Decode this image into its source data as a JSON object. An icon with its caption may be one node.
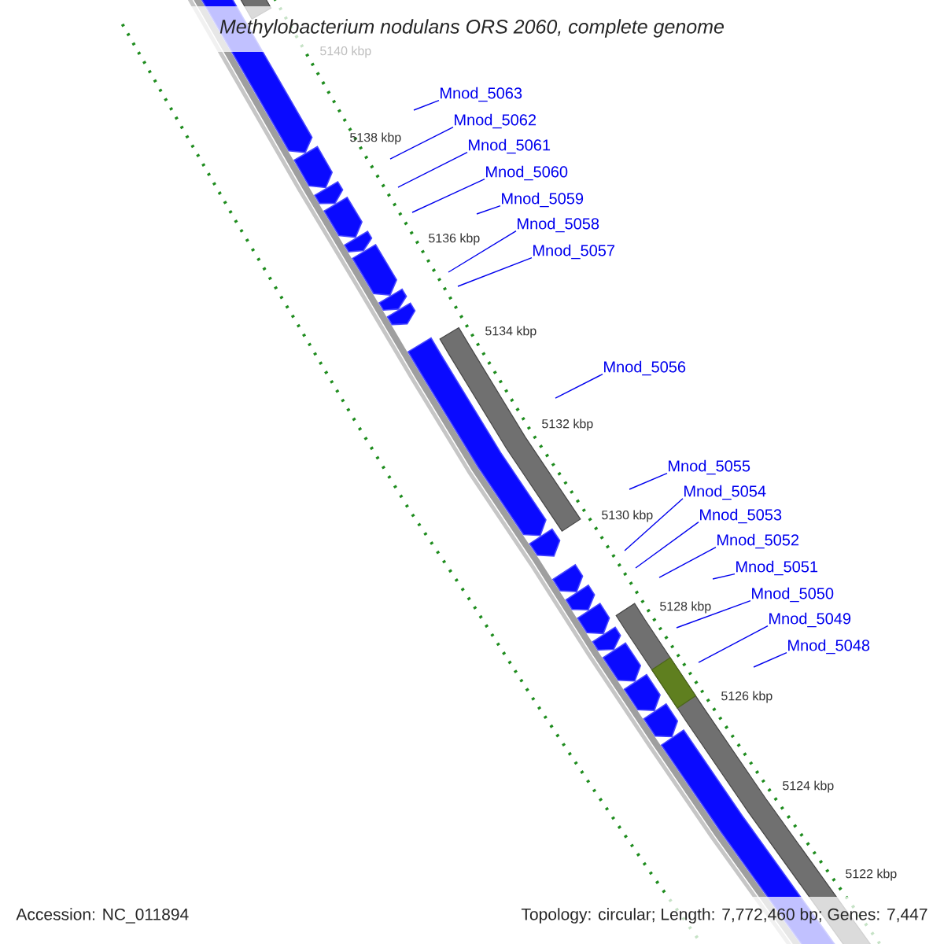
{
  "diagram": {
    "title": "Methylobacterium nodulans ORS 2060, complete genome",
    "nodes": [
      {
        "text": [
          "Mnod_5063"
        ]
      },
      {
        "text": [
          "Mnod_5062"
        ]
      },
      {
        "text": [
          "Mnod_5061"
        ]
      },
      {
        "text": [
          "Mnod_5060"
        ]
      },
      {
        "text": [
          "Mnod_5059"
        ]
      },
      {
        "text": [
          "Mnod_5058"
        ]
      },
      {
        "text": [
          "Mnod_5057"
        ]
      },
      {
        "text": [
          "Mnod_5056"
        ]
      },
      {
        "text": [
          "Mnod_5055"
        ]
      },
      {
        "text": [
          "Mnod_5054"
        ]
      },
      {
        "text": [
          "Mnod_5053"
        ]
      },
      {
        "text": [
          "Mnod_5052"
        ]
      },
      {
        "text": [
          "Mnod_5051"
        ]
      },
      {
        "text": [
          "Mnod_5050"
        ]
      },
      {
        "text": [
          "Mnod_5049"
        ]
      },
      {
        "text": [
          "Mnod_5048"
        ]
      }
    ],
    "edges": [
      {
        "from": 0,
        "to": null,
        "arrow": "none"
      },
      {
        "from": 1,
        "to": null,
        "arrow": "none"
      },
      {
        "from": 2,
        "to": null,
        "arrow": "none"
      },
      {
        "from": 3,
        "to": null,
        "arrow": "none"
      },
      {
        "from": 4,
        "to": null,
        "arrow": "none"
      },
      {
        "from": 5,
        "to": null,
        "arrow": "none"
      },
      {
        "from": 6,
        "to": null,
        "arrow": "none"
      },
      {
        "from": 7,
        "to": null,
        "arrow": "none"
      },
      {
        "from": 8,
        "to": null,
        "arrow": "none"
      },
      {
        "from": 9,
        "to": null,
        "arrow": "none"
      },
      {
        "from": 10,
        "to": null,
        "arrow": "none"
      },
      {
        "from": 11,
        "to": null,
        "arrow": "none"
      },
      {
        "from": 12,
        "to": null,
        "arrow": "none"
      },
      {
        "from": 13,
        "to": null,
        "arrow": "none"
      },
      {
        "from": 14,
        "to": null,
        "arrow": "none"
      },
      {
        "from": 15,
        "to": null,
        "arrow": "none"
      }
    ],
    "labels": [
      "5140 kbp",
      "5138 kbp",
      "5136 kbp",
      "5134 kbp",
      "5132 kbp",
      "5130 kbp",
      "5128 kbp",
      "5126 kbp",
      "5124 kbp",
      "5122 kbp",
      "Accession: NC_011894",
      "Topology: circular; Length: 7,772,460 bp; Genes: 7,447"
    ]
  }
}
